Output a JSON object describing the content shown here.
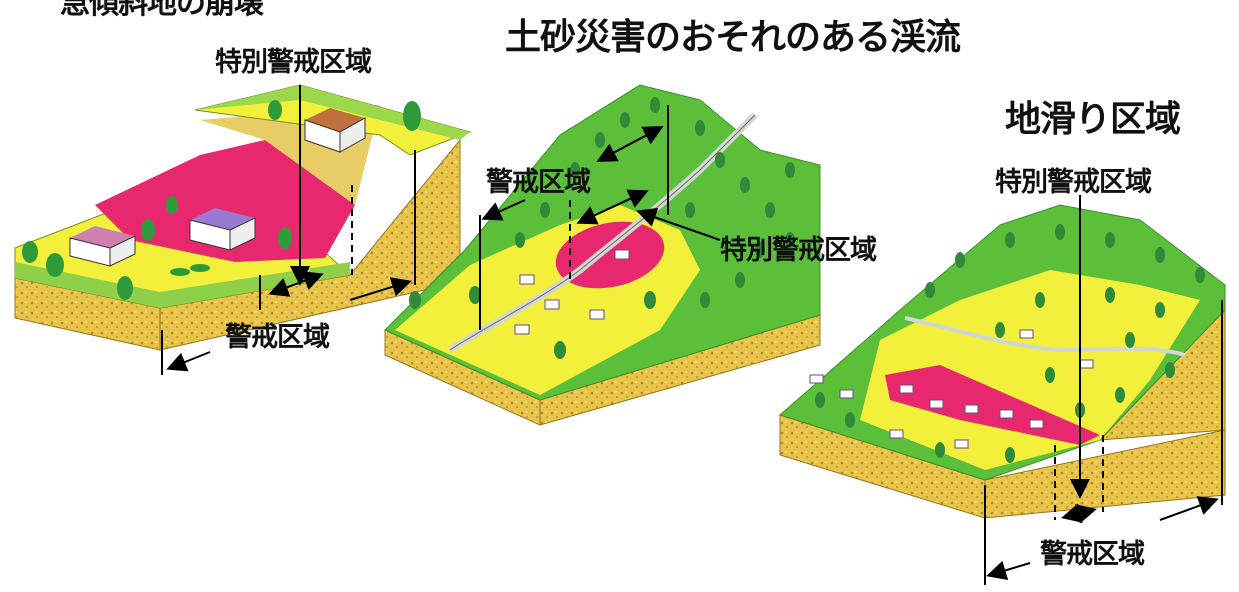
{
  "titles": {
    "cliff_partial": "急傾斜地の崩壊",
    "debris_flow": "土砂災害のおそれのある渓流",
    "landslide": "地滑り区域"
  },
  "labels": {
    "special_warning_zone": "特別警戒区域",
    "warning_zone": "警戒区域"
  },
  "colors": {
    "soil": "#e8c44a",
    "soil_dark": "#c99a2c",
    "safe_ground": "#f2f03a",
    "special_zone": "#e8286e",
    "forest": "#5bbf3a",
    "forest_dark": "#3f8f2a",
    "tree": "#2f9a3a"
  }
}
